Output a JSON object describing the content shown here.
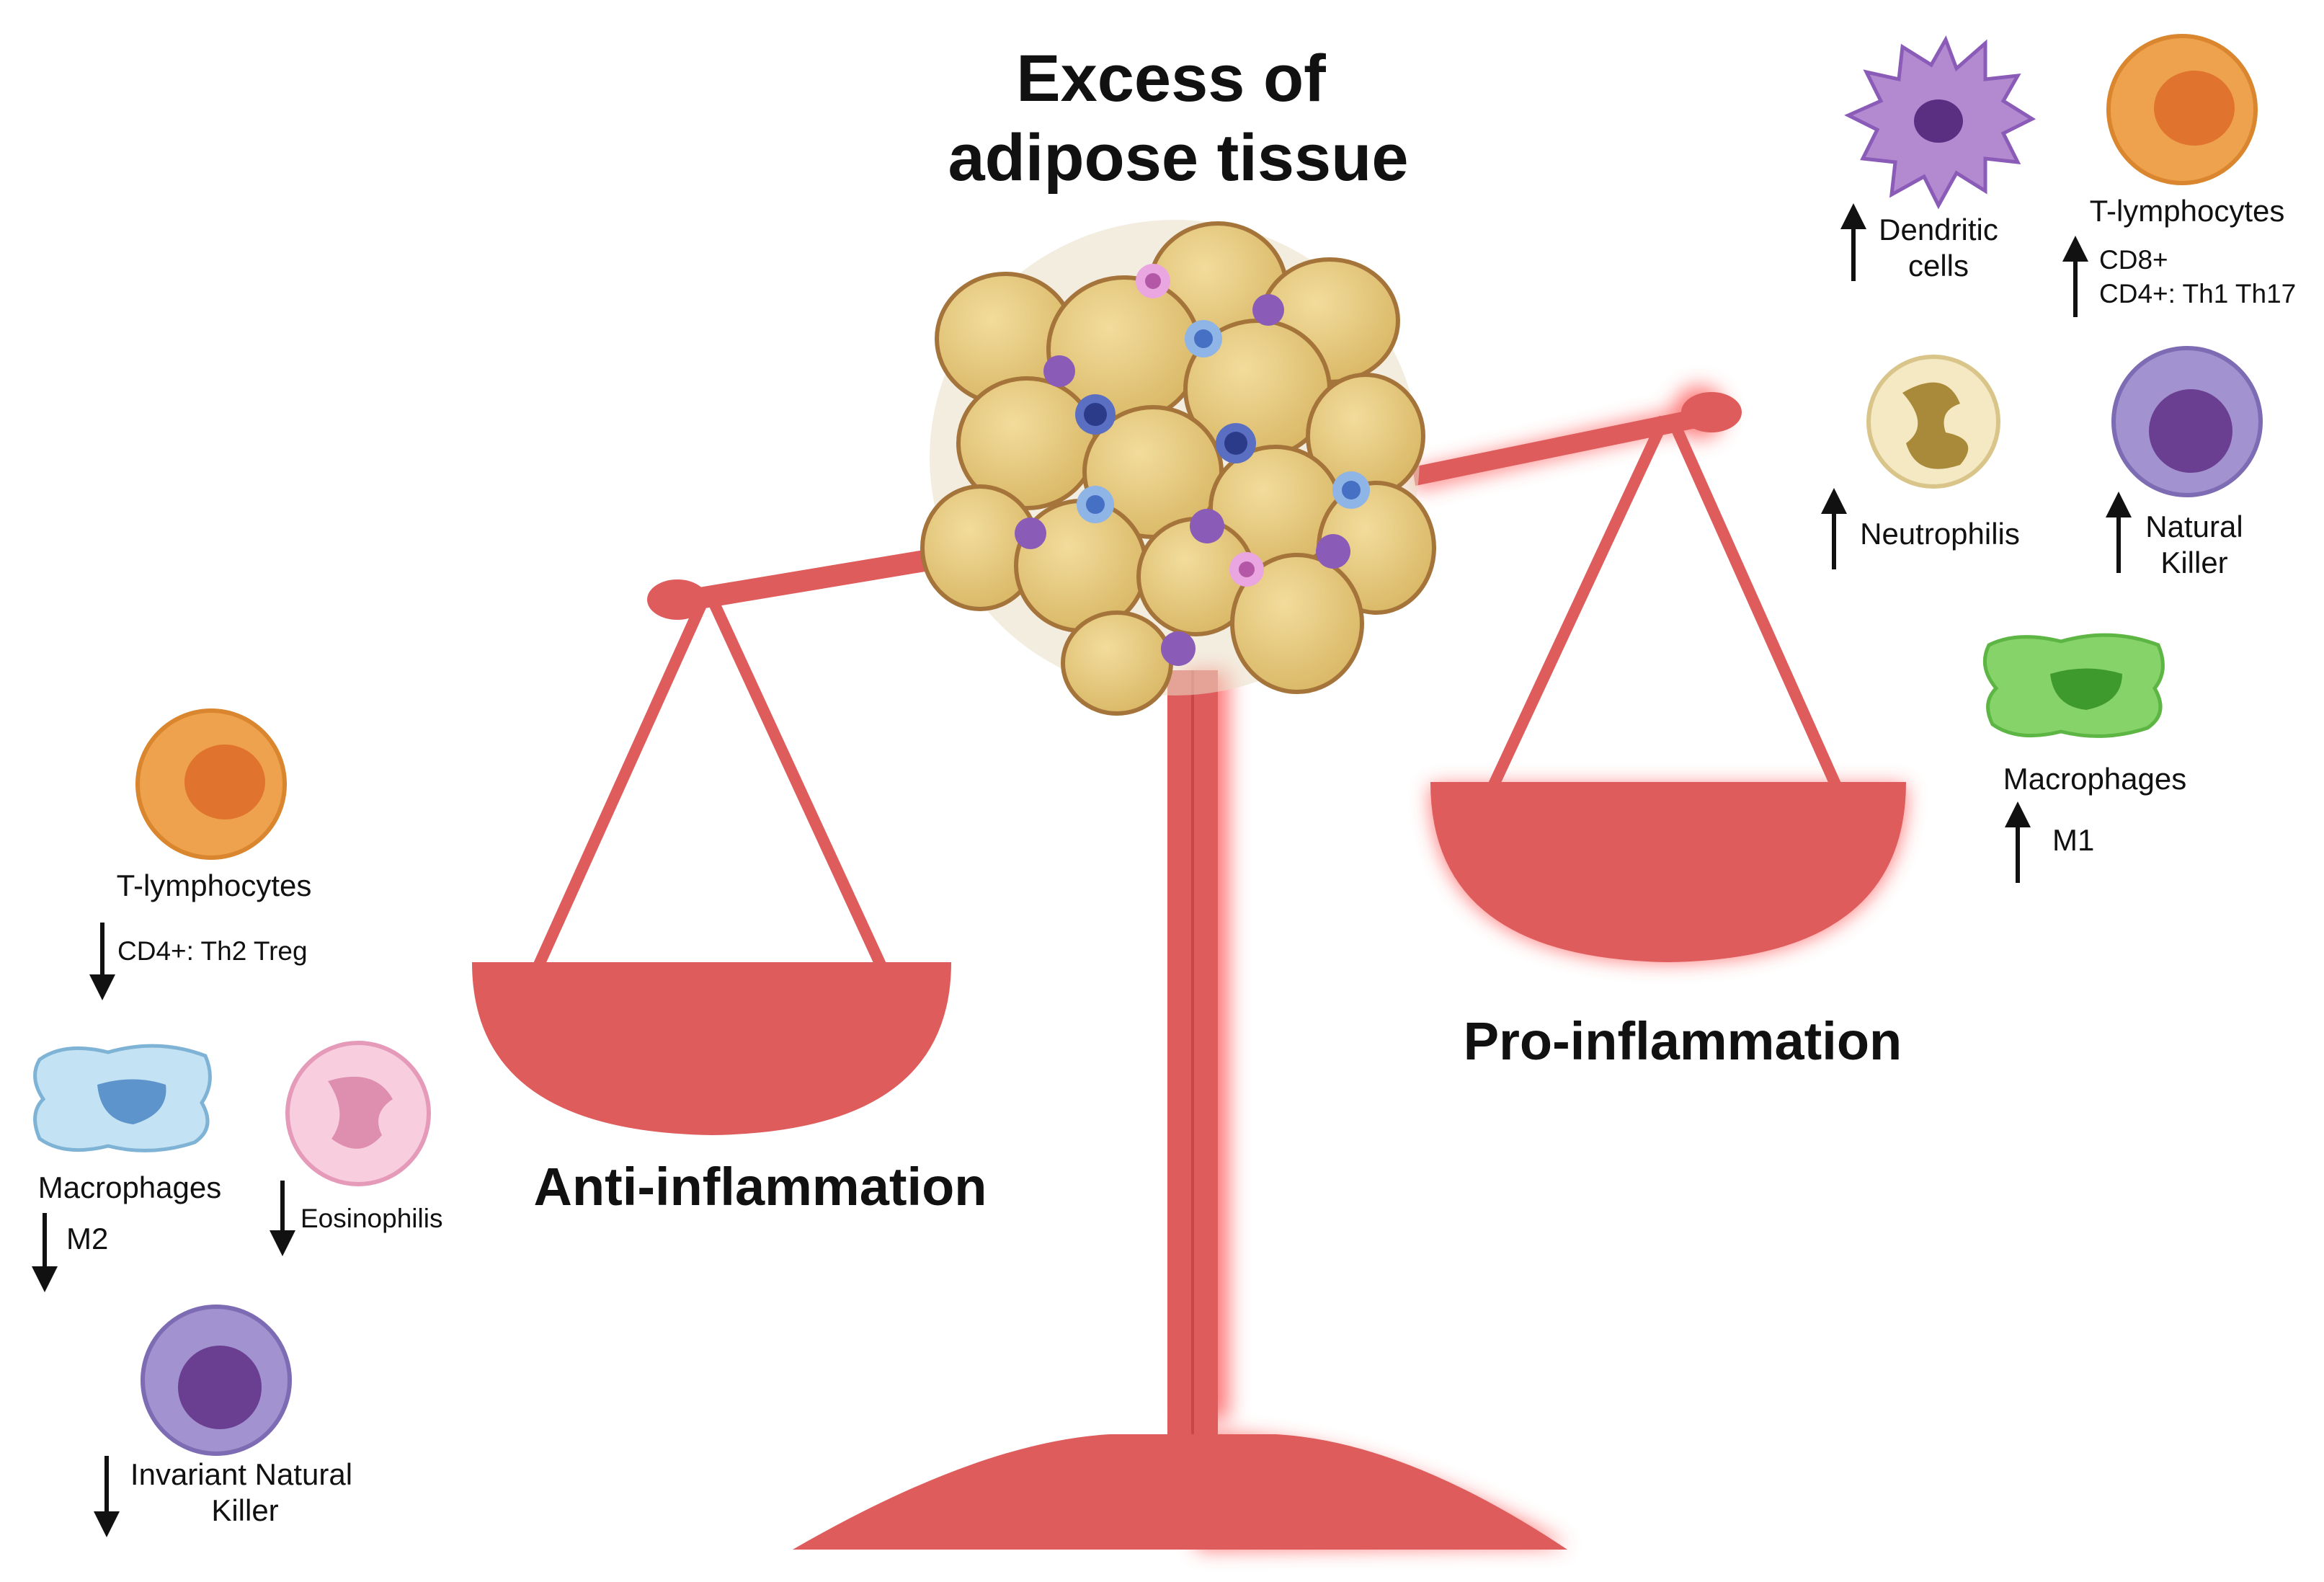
{
  "title": {
    "line1": "Excess of",
    "line2": "adipose tissue"
  },
  "left_label": "Anti-inflammation",
  "right_label": "Pro-inflammation",
  "colors": {
    "scale": "#de5c5c",
    "glow": "#ff5050",
    "adipocyte": "#e8cd82",
    "t_cell": "#efa24e",
    "nk_cell": "#9a88c9",
    "macrophage_m2": "#bfe0f2",
    "macrophage_m1": "#86d36a",
    "eosinophil": "#f7c9dc",
    "neutrophil": "#f4e9c3",
    "dendritic": "#b38ad0"
  },
  "left_cells": {
    "t_lymphocytes": {
      "label": "T-lymphocytes",
      "arrow": "down",
      "detail": "CD4+: Th2 Treg",
      "icon": "t-lymphocyte-icon"
    },
    "macrophages": {
      "label": "Macrophages",
      "arrow": "down",
      "detail": "M2",
      "icon": "macrophage-icon"
    },
    "eosinophils": {
      "label": "Eosinophilis",
      "arrow": "down",
      "icon": "eosinophil-icon"
    },
    "inkt": {
      "label_line1": "Invariant Natural",
      "label_line2": "Killer",
      "arrow": "down",
      "icon": "nk-cell-icon"
    }
  },
  "right_cells": {
    "dendritic": {
      "label_line1": "Dendritic",
      "label_line2": "cells",
      "arrow": "up",
      "icon": "dendritic-cell-icon"
    },
    "t_lymphocytes": {
      "label": "T-lymphocytes",
      "arrow": "up",
      "detail_line1": "CD8+",
      "detail_line2": "CD4+: Th1 Th17",
      "icon": "t-lymphocyte-icon"
    },
    "neutrophils": {
      "label": "Neutrophilis",
      "arrow": "up",
      "icon": "neutrophil-icon"
    },
    "nk": {
      "label_line1": "Natural",
      "label_line2": "Killer",
      "arrow": "up",
      "icon": "nk-cell-icon"
    },
    "macrophages": {
      "label": "Macrophages",
      "arrow": "up",
      "detail": "M1",
      "icon": "macrophage-icon"
    }
  }
}
